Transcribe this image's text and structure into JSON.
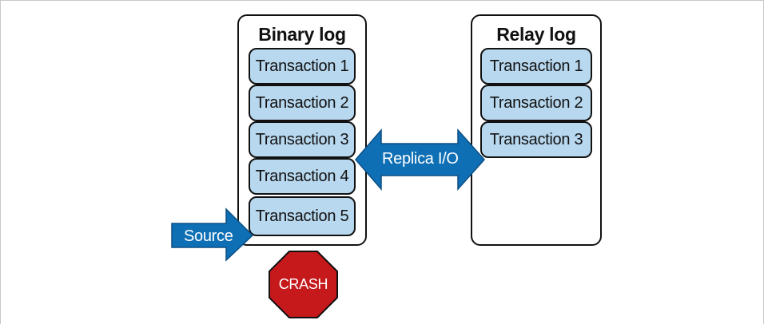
{
  "binary_log": {
    "title": "Binary log",
    "transactions": [
      "Transaction 1",
      "Transaction 2",
      "Transaction 3",
      "Transaction 4",
      "Transaction 5"
    ]
  },
  "relay_log": {
    "title": "Relay log",
    "transactions": [
      "Transaction 1",
      "Transaction 2",
      "Transaction 3"
    ]
  },
  "replica_arrow": {
    "label": "Replica I/O"
  },
  "source_arrow": {
    "label": "Source"
  },
  "crash": {
    "label": "CRASH"
  },
  "colors": {
    "transaction_fill": "#b8d8ef",
    "arrow_fill": "#0f6fb5",
    "crash_fill": "#c5191c"
  }
}
